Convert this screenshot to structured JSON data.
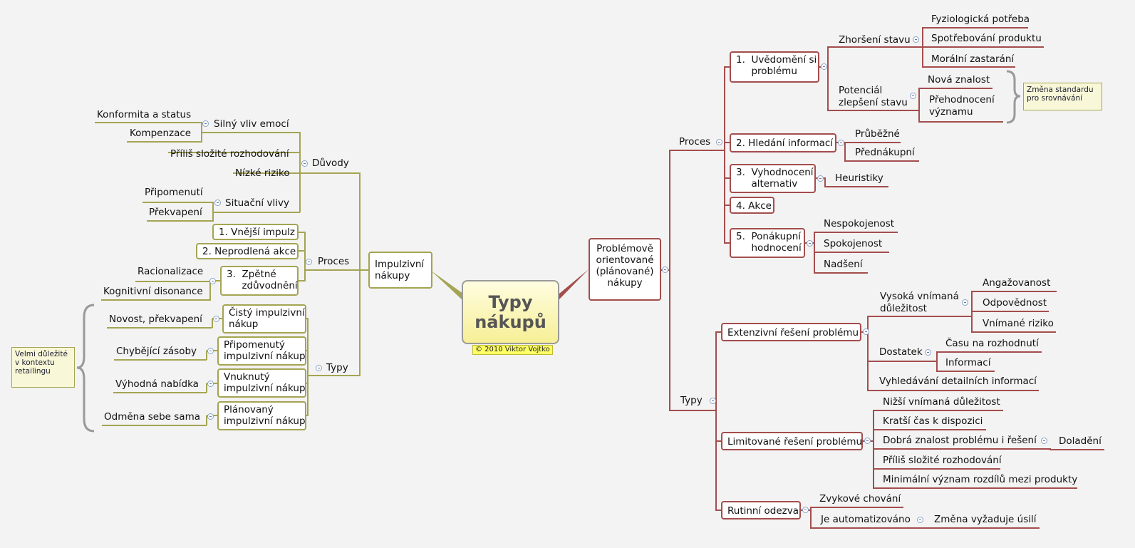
{
  "map": {
    "root": "Typy\nnákupů",
    "copyright": "© 2010 Viktor Vojtko",
    "left": {
      "main": "Impulzivní\nnákupy",
      "duvody": "Důvody",
      "silny": "Silný vliv emocí",
      "konformita": "Konformita a status",
      "kompenzace": "Kompenzace",
      "prilis": "Příliš složité rozhodování",
      "nizke": "Nízké riziko",
      "situacni": "Situační vlivy",
      "pripomenuti": "Připomenutí",
      "prekvapeni": "Překvapení",
      "proces": "Proces",
      "p1": "1.  Vnější impulz",
      "p2": "2. Neprodlená akce",
      "p3": "3.  Zpětné\n     zdůvodnění",
      "racionalizace": "Racionalizace",
      "kognitivni": "Kognitivní disonance",
      "typy": "Typy",
      "t1": "Čistý impulzivní\nnákup",
      "t2": "Připomenutý\nimpulzivní nákup",
      "t3": "Vnuknutý\nimpulzivní nákup",
      "t4": "Plánovaný\nimpulzivní nákup",
      "l1": "Novost, překvapení",
      "l2": "Chybějící zásoby",
      "l3": "Výhodná nabídka",
      "l4": "Odměna sebe sama",
      "note": "Velmi důležité\nv kontextu\nretailingu"
    },
    "right": {
      "main": "Problémově\norientované\n(plánované)\nnákupy",
      "proces": "Proces",
      "r1": "1.  Uvědomění si\n     problému",
      "zhorseni": "Zhoršení stavu",
      "fyzio": "Fyziologická potřeba",
      "spotreb": "Spotřebování produktu",
      "moralni": "Morální zastarání",
      "potencial": "Potenciál\nzlepšení stavu",
      "nova": "Nová znalost",
      "prehodnoceni": "Přehodnocení\nvýznamu",
      "note": "Změna standardu\npro srovnávání",
      "r2": "2. Hledání informací",
      "prubezne": "Průběžné",
      "prednakupni": "Přednákupní",
      "r3": "3.  Vyhodnocení\n     alternativ",
      "heuristiky": "Heuristiky",
      "r4": "4. Akce",
      "r5": "5.  Ponákupní\n     hodnocení",
      "nespokojenost": "Nespokojenost",
      "spokojenost": "Spokojenost",
      "nadseni": "Nadšení",
      "typy": "Typy",
      "ext": "Extenzivní řešení problému",
      "vysoka": "Vysoká vnímaná\ndůležitost",
      "angazovanost": "Angažovanost",
      "odpovednost": "Odpovědnost",
      "vnimane": "Vnímané riziko",
      "dostatek": "Dostatek",
      "casu": "Času na rozhodnutí",
      "informaci": "Informací",
      "vyhledavani": "Vyhledávání detailních informací",
      "lim": "Limitované řešení problému",
      "nizsi": "Nižší vnímaná důležitost",
      "kratsi": "Kratší čas k dispozici",
      "dobra": "Dobrá znalost problému i řešení",
      "doladeni": "Doladění",
      "prilis": "Příliš složité rozhodování",
      "minimalni": "Minimální význam rozdílů mezi produkty",
      "rut": "Rutinní odezva",
      "zvykove": "Zvykové chování",
      "automat": "Je automatizováno",
      "zmena": "Změna vyžaduje úsilí"
    }
  },
  "colors": {
    "left": "#a4a453",
    "right": "#a44d4d",
    "background": "#f3f3f3"
  }
}
